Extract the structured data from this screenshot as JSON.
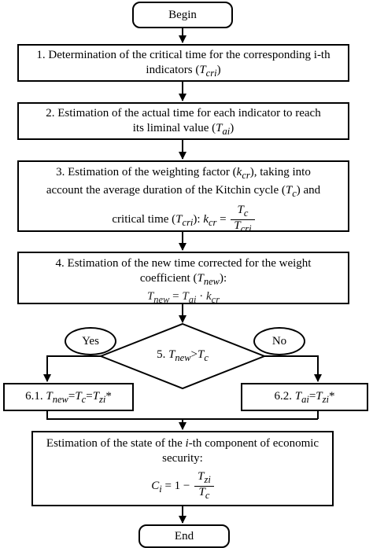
{
  "begin": "Begin",
  "end": "End",
  "step1": {
    "text": "1. Determination of the critical time for the corresponding i-th indicators (",
    "var": "T",
    "sub": "cri",
    "close": ")"
  },
  "step2": {
    "line1": "2. Estimation of the actual time for each indicator to reach",
    "line2": "its liminal value (",
    "var": "T",
    "sub": "ai",
    "close": ")"
  },
  "step3": {
    "line1a": "3. Estimation of the weighting factor (",
    "line1var": "k",
    "line1sub": "cr",
    "line1b": "), taking into",
    "line2a": "account the average duration of the Kitchin cycle (",
    "line2var": "T",
    "line2sub": "c",
    "line2b": ") and",
    "line3a": "critical time (",
    "line3var": "T",
    "line3sub": "cri",
    "line3b": "):",
    "formula_lhs": "k",
    "formula_lhs_sub": "cr",
    "formula_eq": "=",
    "formula_num": "T",
    "formula_num_sub": "c",
    "formula_den": "T",
    "formula_den_sub": "cri"
  },
  "step4": {
    "line1": "4. Estimation of the new time corrected for the weight",
    "line2a": "coefficient (",
    "line2var": "T",
    "line2sub": "new",
    "line2b": "):",
    "formula_lhs": "T",
    "formula_lhs_sub": "new",
    "formula_eq": "=",
    "formula_t": "T",
    "formula_t_sub": "ai",
    "formula_dot": "·",
    "formula_k": "k",
    "formula_k_sub": "cr"
  },
  "decision": {
    "prefix": "5. ",
    "var1": "T",
    "sub1": "new",
    "op": ">",
    "var2": "T",
    "sub2": "c"
  },
  "yes": "Yes",
  "no": "No",
  "step61": {
    "prefix": "6.1. ",
    "v1": "T",
    "s1": "new",
    "eq1": "=",
    "v2": "T",
    "s2": "c",
    "eq2": "=",
    "v3": "T",
    "s3": "zi",
    "star": "*"
  },
  "step62": {
    "prefix": "6.2. ",
    "v1": "T",
    "s1": "ai",
    "eq1": "=",
    "v2": "T",
    "s2": "zi",
    "star": "*"
  },
  "step7": {
    "line1a": "Estimation of the state of the ",
    "line1var": "i",
    "line1b": "-th component of economic",
    "line2": "security:",
    "formula_lhs": "C",
    "formula_lhs_sub": "i",
    "formula_eq": "= 1 −",
    "formula_num": "T",
    "formula_num_sub": "zi",
    "formula_den": "T",
    "formula_den_sub": "c"
  }
}
